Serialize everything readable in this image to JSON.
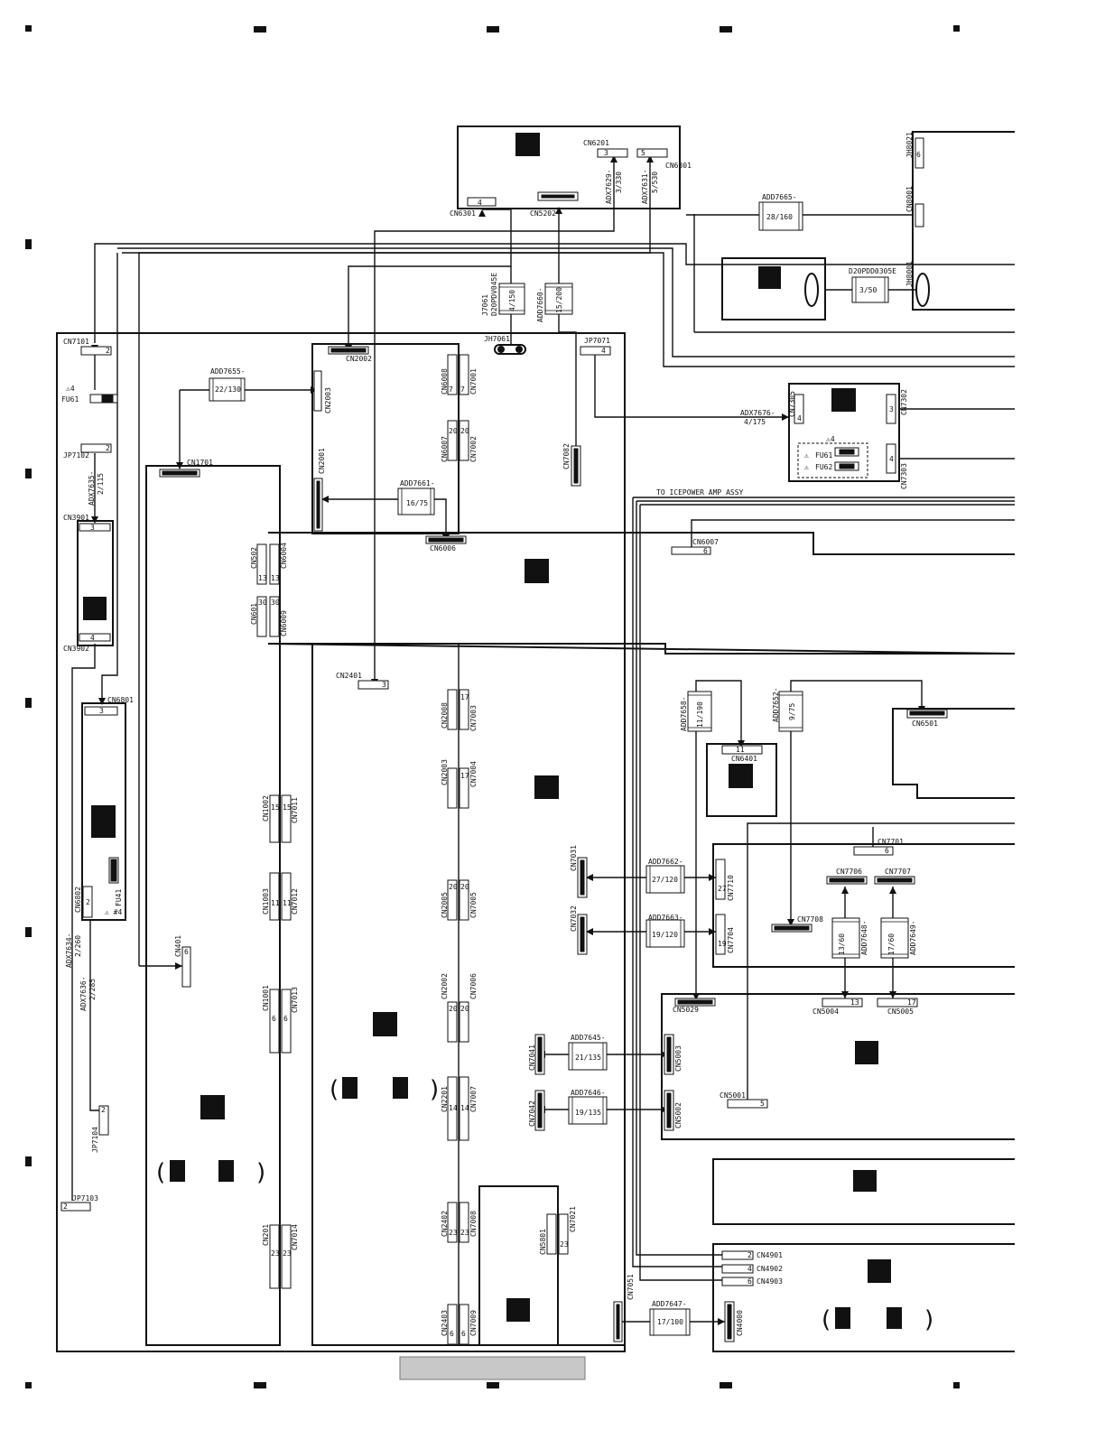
{
  "labels": {
    "cn6201": "CN6201",
    "cn6301": "CN6301",
    "cn6301b": "CN6301",
    "cn5202": "CN5202",
    "adx7629": "ADX7629-",
    "adx7629v": "3/330",
    "adx7631": "ADX7631-",
    "adx7631v": "5/530",
    "jh8021": "JH8021",
    "cn8001": "CN8001",
    "jh8001": "JH8001",
    "add7665a": "ADD7665-",
    "add7665av": "28/160",
    "d20pdd": "D20PDD0305E",
    "d20pddv": "3/50",
    "cn7101": "CN7101",
    "fu61": "FU61",
    "jp7102": "JP7102",
    "adx7635": "ADX7635-",
    "adx7635v": "2/115",
    "cn3901": "CN3901",
    "cn3902": "CN3902",
    "cn6801": "CN6801",
    "fu41": "FU41",
    "cn6802": "CN6802",
    "adx7634": "ADX7634-",
    "adx7634v": "2/260",
    "adx7636": "ADX7636-",
    "adx7636v": "2/285",
    "jp7104": "JP7104",
    "jp7103": "JP7103",
    "add7655": "ADD7655-",
    "add7655v": "22/130",
    "cn1701": "CN1701",
    "cn2002": "CN2002",
    "cn2003": "CN2003",
    "cn2001": "CN2001",
    "add7661": "ADD7661-",
    "add7661v": "16/75",
    "cn6006": "CN6006",
    "cn6008": "CN6008",
    "cn7001": "CN7001",
    "cn6007": "CN6007",
    "cn7002": "CN7002",
    "j7061": "J7061",
    "d20pdv": "D20PDV045E",
    "d20pdvv": "4/150",
    "add7660": "ADD7660-",
    "add7660v": "15/200",
    "jh7061": "JH7061",
    "jp7071": "JP7071",
    "cn7082": "CN7082",
    "adx7676": "ADX7676-",
    "adx7676v": "4/175",
    "cn7305": "CN7305",
    "cn7302": "CN7302",
    "cn7303": "CN7303",
    "fu61b": "FU61",
    "fu62": "FU62",
    "toicepower": "TO ICEPOWER AMP ASSY",
    "cn6007b": "CN6007",
    "cn502": "CN502",
    "cn6004": "CN6004",
    "cn601": "CN601",
    "cn6009": "CN6009",
    "cn2401": "CN2401",
    "cn2008": "CN2008",
    "cn7003": "CN7003",
    "cn2003b": "CN2003",
    "cn7004": "CN7004",
    "cn1002": "CN1002",
    "cn7011": "CN7011",
    "cn1003": "CN1003",
    "cn7012": "CN7012",
    "cn2005": "CN2005",
    "cn7005": "CN7005",
    "cn401": "CN401",
    "cn1001": "CN1001",
    "cn7013": "CN7013",
    "cn2002b": "CN2002",
    "cn7006": "CN7006",
    "cn2201": "CN2201",
    "cn7007": "CN7007",
    "cn201": "CN201",
    "cn7014": "CN7014",
    "cn2402": "CN2402",
    "cn7008": "CN7008",
    "cn5801": "CN5801",
    "cn7021": "CN7021",
    "cn2403": "CN2403",
    "cn7009": "CN7009",
    "cn7051": "CN7051",
    "add7658": "ADD7658-",
    "add7658v": "11/190",
    "add7652": "ADD7652-",
    "add7652v": "9/75",
    "cn6401": "CN6401",
    "cn6501": "CN6501",
    "cn7701": "CN7701",
    "cn7031": "CN7031",
    "add7662": "ADD7662-",
    "add7662v": "27/120",
    "cn7710": "CN7710",
    "cn7706": "CN7706",
    "cn7707": "CN7707",
    "cn7708": "CN7708",
    "cn7032": "CN7032",
    "add7663": "ADD7663-",
    "add7663v": "19/120",
    "cn7704": "CN7704",
    "add7648": "ADD7648-",
    "add7648v": "13/60",
    "add7649": "ADD7649-",
    "add7649v": "17/60",
    "cn5029": "CN5029",
    "cn5004": "CN5004",
    "cn5005": "CN5005",
    "cn7041": "CN7041",
    "add7645": "ADD7645-",
    "add7645v": "21/135",
    "cn5003": "CN5003",
    "cn7042": "CN7042",
    "add7646": "ADD7646-",
    "add7646v": "19/135",
    "cn5002": "CN5002",
    "cn5001": "CN5001",
    "cn4901": "CN4901",
    "cn4902": "CN4902",
    "cn4903": "CN4903",
    "cn4000": "CN4000",
    "add7647": "ADD7647-",
    "add7647v": "17/100",
    "pin2": "2",
    "pin3": "3",
    "pin4": "4",
    "pin5": "5",
    "pin6": "6",
    "pin11": "11",
    "pin13": "13",
    "pin14": "14",
    "pin15": "15",
    "pin17": "17",
    "pin19": "19",
    "pin20": "20",
    "pin23": "23",
    "pin27": "27",
    "pin30": "30"
  }
}
